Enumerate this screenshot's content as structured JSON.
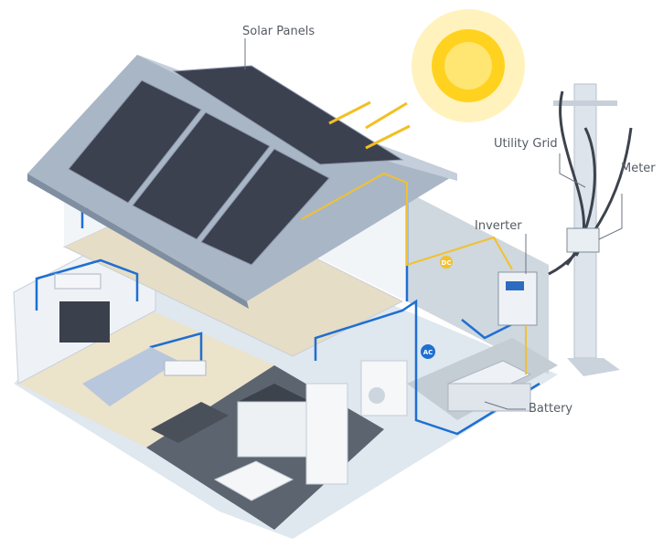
{
  "labels": {
    "solar_panels": "Solar Panels",
    "utility_grid": "Utility Grid",
    "meter": "Meter",
    "inverter": "Inverter",
    "battery": "Battery"
  },
  "badges": {
    "dc": "DC",
    "ac": "AC"
  },
  "colors": {
    "dc_wire": "#f2c12e",
    "ac_wire": "#1e6fd1",
    "sun": "#ffd21f",
    "roof": "#a9b6c6",
    "panel": "#3c4150",
    "floor": "#e9e0c9"
  }
}
